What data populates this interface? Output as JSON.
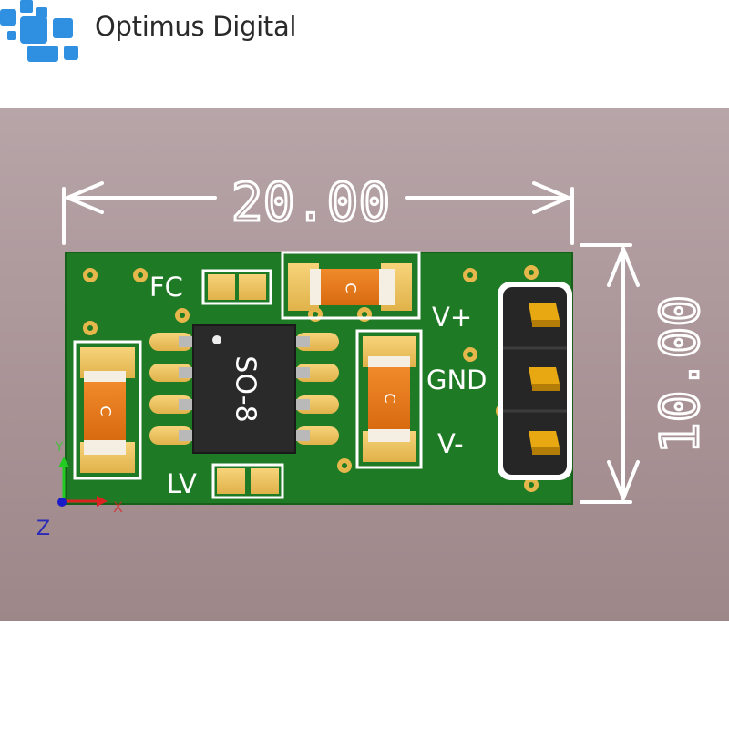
{
  "brand": {
    "name": "Optimus Digital",
    "logo_icon": "pixel-blocks-logo-icon",
    "logo_color": "#2f8fe0"
  },
  "render": {
    "background_color": "#ab9598",
    "board_color": "#1f7a25",
    "dimension_width": "20.00",
    "dimension_height": "10.00",
    "chip_label": "SO-8",
    "capacitor_label": "C",
    "labels": {
      "fc": "FC",
      "lv": "LV",
      "vplus": "V+",
      "gnd": "GND",
      "vminus": "V-"
    },
    "axes": {
      "x": "X",
      "y": "Y",
      "z": "Z"
    }
  }
}
